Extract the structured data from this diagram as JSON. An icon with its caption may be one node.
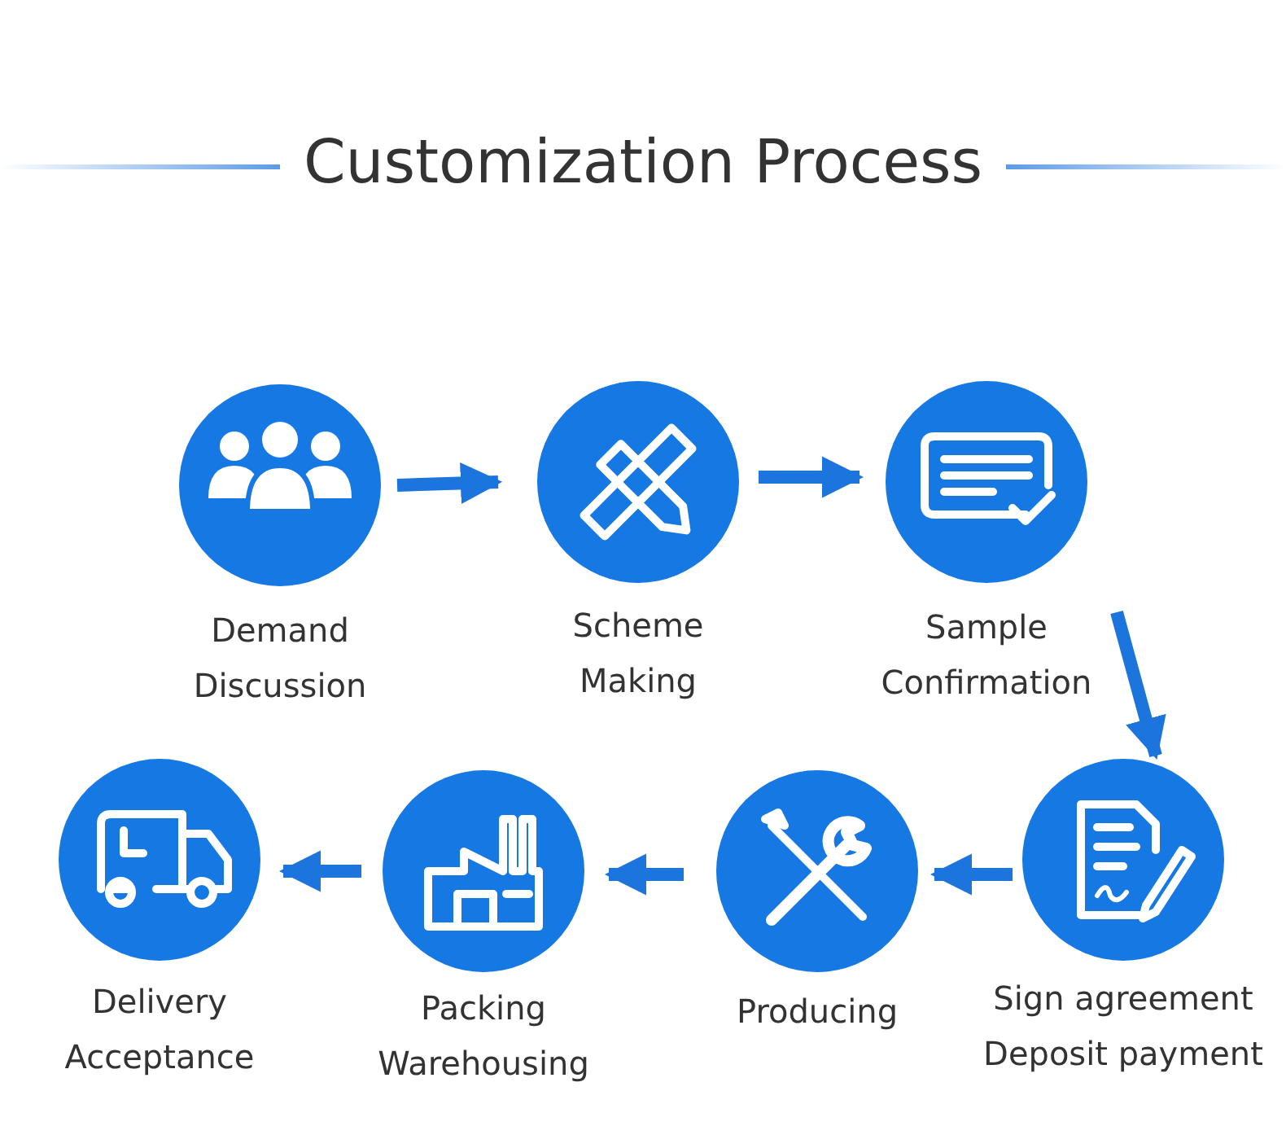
{
  "diagram": {
    "title": "Customization Process",
    "nodes": [
      {
        "text": [
          "Demand Discussion"
        ]
      },
      {
        "text": [
          "Scheme Making"
        ]
      },
      {
        "text": [
          "Sample Confirmation"
        ]
      },
      {
        "text": [
          "Sign agreement Deposit payment"
        ]
      },
      {
        "text": [
          "Producing"
        ]
      },
      {
        "text": [
          "Packing Warehousing"
        ]
      },
      {
        "text": [
          "Delivery Acceptance"
        ]
      }
    ],
    "edges": [
      {
        "from": 0,
        "to": 1,
        "arrow": "to"
      },
      {
        "from": 1,
        "to": 2,
        "arrow": "to"
      },
      {
        "from": 2,
        "to": 3,
        "arrow": "to"
      },
      {
        "from": 3,
        "to": 4,
        "arrow": "to"
      },
      {
        "from": 4,
        "to": 5,
        "arrow": "to"
      },
      {
        "from": 5,
        "to": 6,
        "arrow": "to"
      }
    ]
  }
}
